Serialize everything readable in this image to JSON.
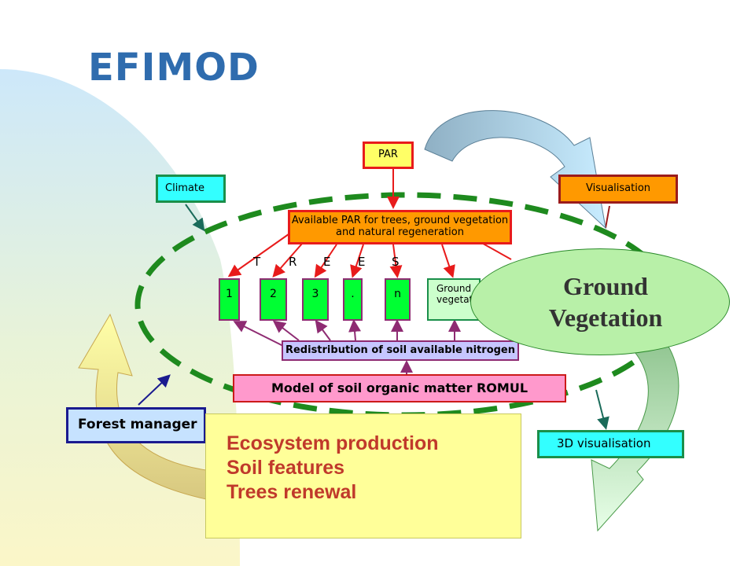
{
  "title": "EFIMOD",
  "boxes": {
    "par": "PAR",
    "climate": "Climate",
    "visualisation_top": "Visualisation",
    "available_par": "Available PAR for trees, ground vegetation and natural regeneration",
    "ground_vegetation_small": "Ground vegetation",
    "redistribution": "Redistribution of soil available nitrogen",
    "romul": "Model of soil organic matter ROMUL",
    "forest_manager": "Forest manager",
    "visualisation_3d": "3D visualisation"
  },
  "trees_letters": [
    "T",
    "R",
    "E",
    "E",
    "S"
  ],
  "tree_boxes": [
    "1",
    "2",
    "3",
    ".",
    "n"
  ],
  "outputs": [
    "Ecosystem production",
    "Soil features",
    "Trees renewal"
  ],
  "highlight": {
    "line1": "Ground",
    "line2": "Vegetation"
  },
  "colors": {
    "title": "#2f6cae",
    "dashed_ellipse": "#1e8a1e",
    "arrow_red": "#e81b1b",
    "arrow_purple": "#8e2b72"
  }
}
